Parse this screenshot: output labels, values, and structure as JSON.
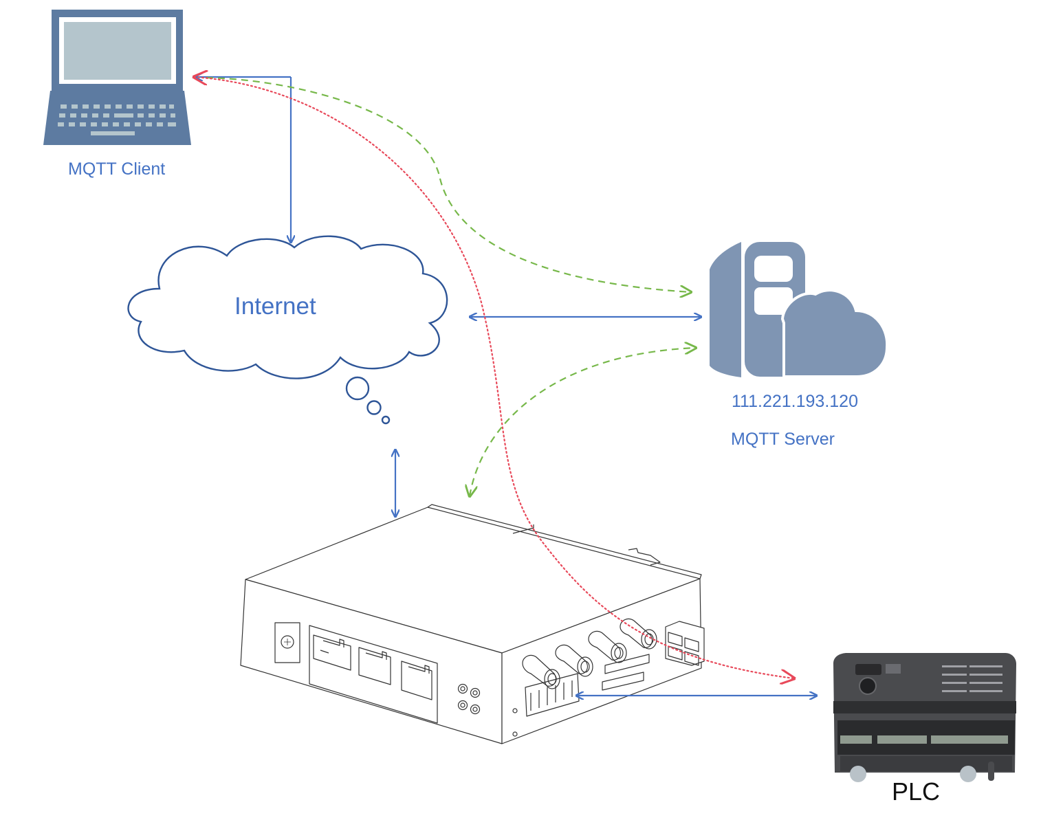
{
  "nodes": {
    "mqtt_client": {
      "label": "MQTT Client"
    },
    "internet": {
      "label": "Internet"
    },
    "mqtt_server": {
      "ip": "111.221.193.120",
      "label": "MQTT Server"
    },
    "plc": {
      "label": "PLC"
    }
  },
  "colors": {
    "primary_blue": "#4472c4",
    "device_gray": "#7f95b3",
    "cloud_stroke": "#2e5597",
    "green_dashed": "#77b84a",
    "red_dotted": "#e8495a"
  }
}
